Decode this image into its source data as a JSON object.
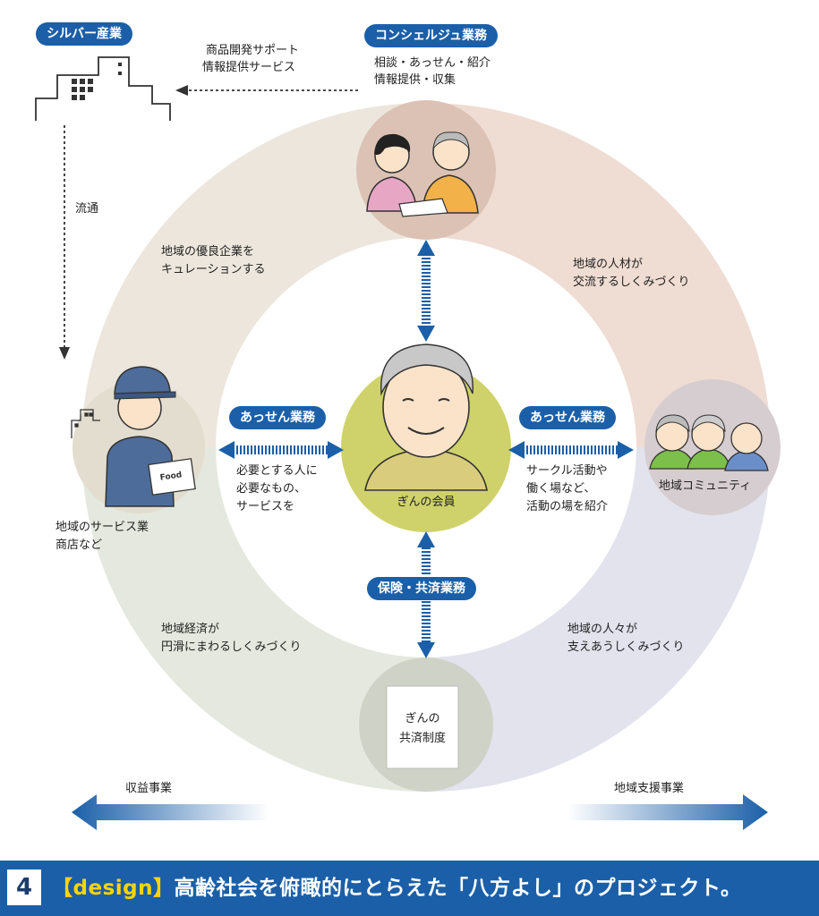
{
  "top_left": {
    "pill": "シルバー産業",
    "service_line1": "商品開発サポート",
    "service_line2": "情報提供サービス",
    "flow_label": "流通"
  },
  "top_center": {
    "pill": "コンシェルジュ業務",
    "desc_line1": "相談・あっせん・紹介",
    "desc_line2": "情報提供・収集"
  },
  "ring": {
    "top_left_line1": "地域の優良企業を",
    "top_left_line2": "キュレーションする",
    "top_right_line1": "地域の人材が",
    "top_right_line2": "交流するしくみづくり",
    "bottom_left_line1": "地域経済が",
    "bottom_left_line2": "円滑にまわるしくみづくり",
    "bottom_right_line1": "地域の人々が",
    "bottom_right_line2": "支えあうしくみづくり"
  },
  "center": {
    "label": "ぎんの会員"
  },
  "left_node": {
    "label_line1": "地域のサービス業",
    "label_line2": "商店など",
    "box_text": "Food"
  },
  "right_node": {
    "label": "地域コミュニティ"
  },
  "bottom_node": {
    "label_line1": "ぎんの",
    "label_line2": "共済制度"
  },
  "left_link": {
    "pill": "あっせん業務",
    "desc_line1": "必要とする人に",
    "desc_line2": "必要なもの、",
    "desc_line3": "サービスを"
  },
  "right_link": {
    "pill": "あっせん業務",
    "desc_line1": "サークル活動や",
    "desc_line2": "働く場など、",
    "desc_line3": "活動の場を紹介"
  },
  "bottom_link": {
    "pill": "保険・共済業務"
  },
  "arrows": {
    "left_label": "収益事業",
    "right_label": "地域支援事業"
  },
  "footer": {
    "number": "4",
    "tag": "【design】",
    "title": "高齢社会を俯瞰的にとらえた「八方よし」のプロジェクト。"
  },
  "colors": {
    "accent_blue": "#1b5fa8",
    "center_green": "#cfd26a",
    "footer_tag_yellow": "#ffd400"
  }
}
